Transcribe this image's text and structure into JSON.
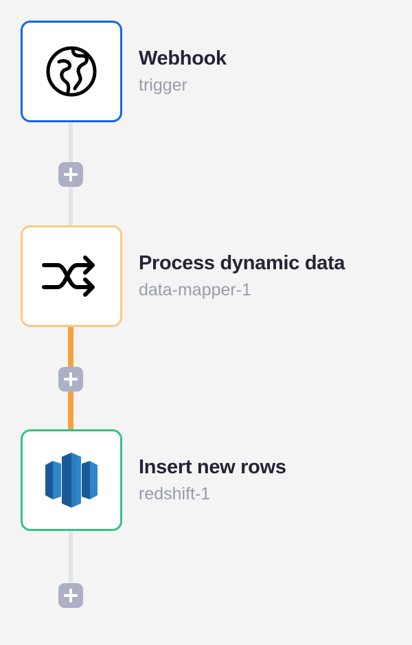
{
  "canvas": {
    "background_color": "#f4f4f4",
    "label": "workflow-canvas"
  },
  "workflow": {
    "nodes": [
      {
        "title": "Webhook",
        "subtitle": "trigger",
        "icon": "globe-icon",
        "border_color": "#1266e8",
        "status": "trigger"
      },
      {
        "title": "Process dynamic data",
        "subtitle": "data-mapper-1",
        "icon": "shuffle-icon",
        "border_color": "#fdc97f",
        "status": "action"
      },
      {
        "title": "Insert new rows",
        "subtitle": "redshift-1",
        "icon": "aws-redshift-icon",
        "border_color": "#34c383",
        "status": "action"
      }
    ],
    "connectors": [
      {
        "name": "connector-webhook-to-mapper",
        "color": "#e2e4ea",
        "style": "gray"
      },
      {
        "name": "connector-mapper-to-redshift",
        "color": "#f9a03c",
        "style": "orange"
      },
      {
        "name": "connector-redshift-to-end",
        "color": "#e2e4ea",
        "style": "gray"
      }
    ],
    "add_buttons": [
      {
        "name": "add-step-button-1",
        "label": "+",
        "color": "#adb0c4"
      },
      {
        "name": "add-step-button-2",
        "label": "+",
        "color": "#adb0c4"
      },
      {
        "name": "add-step-button-3",
        "label": "+",
        "color": "#adb0c4"
      }
    ]
  }
}
